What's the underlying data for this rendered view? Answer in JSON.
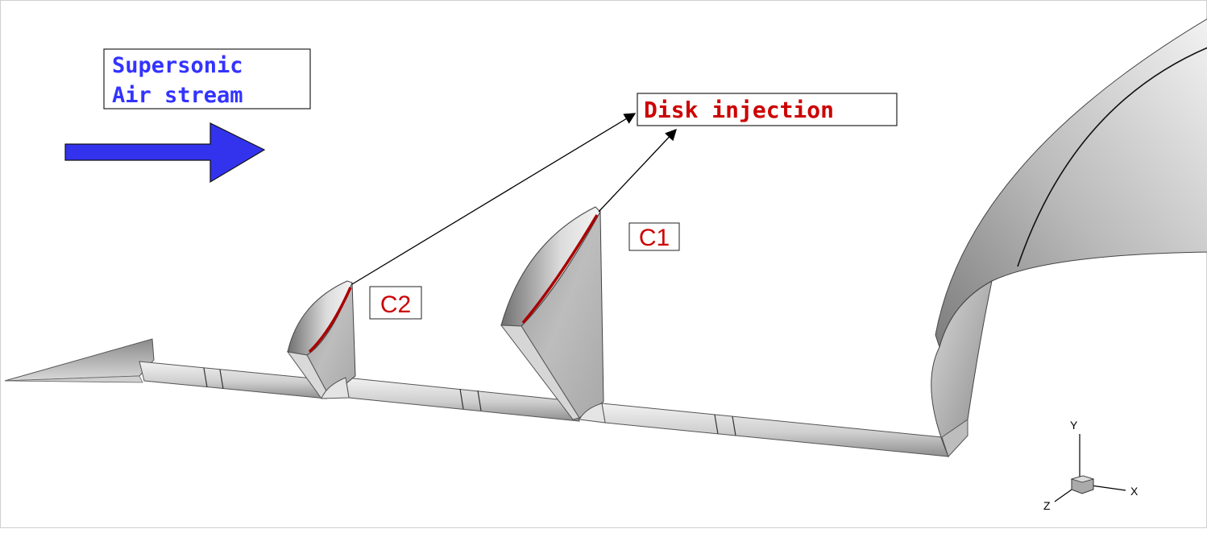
{
  "flow_label": {
    "line1": "Supersonic",
    "line2": "Air stream",
    "color": "#3333ff"
  },
  "injection_label": {
    "text": "Disk injection",
    "color": "#cc0000"
  },
  "cavities": [
    {
      "id": "C2",
      "label": "C2"
    },
    {
      "id": "C1",
      "label": "C1"
    }
  ],
  "axes": {
    "x": "X",
    "y": "Y",
    "z": "Z"
  },
  "colors": {
    "arrow_fill": "#3333ee",
    "injection_stripe": "#aa0000",
    "body_light": "#e6e6e6",
    "body_dark": "#8a8a8a"
  },
  "icons": [
    "flow-direction-arrow-icon",
    "axis-triad-icon"
  ]
}
